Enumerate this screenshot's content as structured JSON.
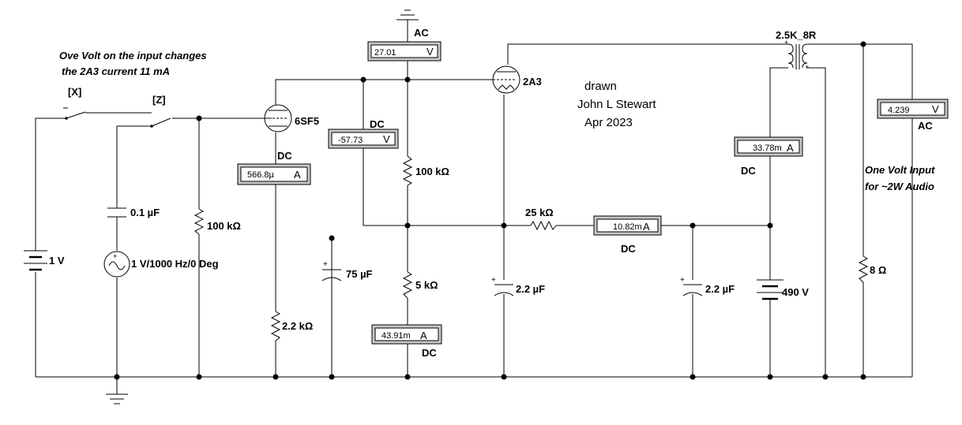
{
  "notes": {
    "overvolt_line1": "Ove Volt on the input changes",
    "overvolt_line2": "the 2A3 current 11 mA",
    "onevolt_line1": "One Volt Input",
    "onevolt_line2": "for ~2W Audio"
  },
  "credits": {
    "line1": "drawn",
    "line2": "John L Stewart",
    "line3": "Apr 2023"
  },
  "switches": {
    "x": "[X]",
    "z": "[Z]"
  },
  "components": {
    "battery_input": "1 V",
    "ac_source": "1 V/1000 Hz/0 Deg",
    "cap_coupling": "0.1 µF",
    "res_grid": "100 kΩ",
    "tube_driver": "6SF5",
    "res_cathode_driver": "2.2 kΩ",
    "cap_bypass": "75 µF",
    "res_plate": "100 kΩ",
    "res_5k": "5 kΩ",
    "tube_output": "2A3",
    "cap_2a3": "2.2 µF",
    "res_filter": "25 kΩ",
    "cap_filter": "2.2 µF",
    "battery_b": "490 V",
    "transformer": "2.5K_8R",
    "load": "8 Ω"
  },
  "meters": {
    "m_ac_top": {
      "value": "27.01",
      "unit": "V",
      "mode": "AC"
    },
    "m_driver_plate": {
      "value": "566.8µ",
      "unit": "A",
      "mode": "DC"
    },
    "m_grid_bias": {
      "value": "-57.73",
      "unit": "V",
      "mode": "DC"
    },
    "m_5k": {
      "value": "43.91m",
      "unit": "A",
      "mode": "DC"
    },
    "m_filter": {
      "value": "10.82m",
      "unit": "A",
      "mode": "DC"
    },
    "m_output_plate": {
      "value": "33.78m",
      "unit": "A",
      "mode": "DC"
    },
    "m_ac_out": {
      "value": "4.239",
      "unit": "V",
      "mode": "AC"
    }
  }
}
